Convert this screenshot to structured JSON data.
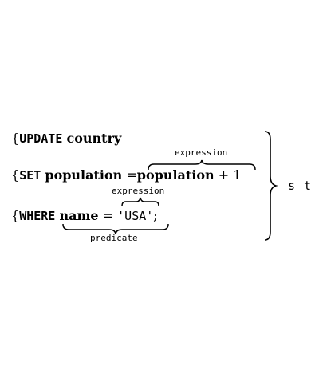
{
  "line1": {
    "brace": "{",
    "keyword": "UPDATE",
    "table": "country"
  },
  "line2": {
    "brace": "{",
    "keyword": "SET",
    "column": "population",
    "equals": "=",
    "expr_column": "population",
    "plus": "+",
    "number": "1",
    "annotation": "expression"
  },
  "line3": {
    "brace": "{",
    "keyword": "WHERE",
    "column": "name",
    "equals": "=",
    "value": "'USA'",
    "semicolon": ";",
    "value_annotation": "expression",
    "predicate_annotation": "predicate"
  },
  "group_label": "s t"
}
